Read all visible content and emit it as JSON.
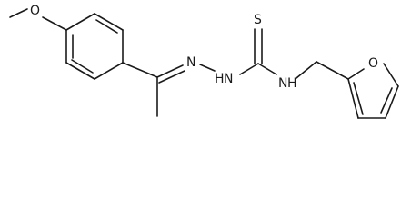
{
  "molecule": {
    "atoms": {
      "methoxy_oxygen": "O",
      "imine_nitrogen": "N",
      "hydrazine_nitrogen": "N",
      "hydrazine_hydrogen": "H",
      "amide_nitrogen": "N",
      "amide_hydrogen": "H",
      "sulfur": "S",
      "furan_oxygen": "O"
    }
  }
}
